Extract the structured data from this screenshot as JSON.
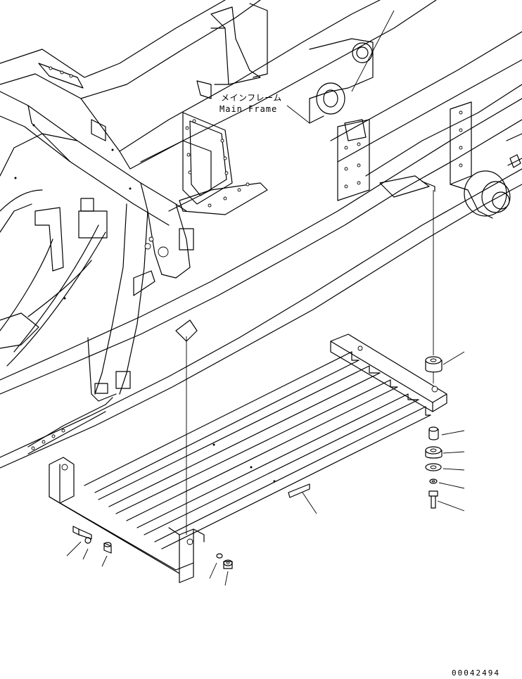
{
  "callouts": {
    "main_frame_jp": "メインフレーム",
    "main_frame_en": "Main Frame"
  },
  "drawing_code": "00042494"
}
